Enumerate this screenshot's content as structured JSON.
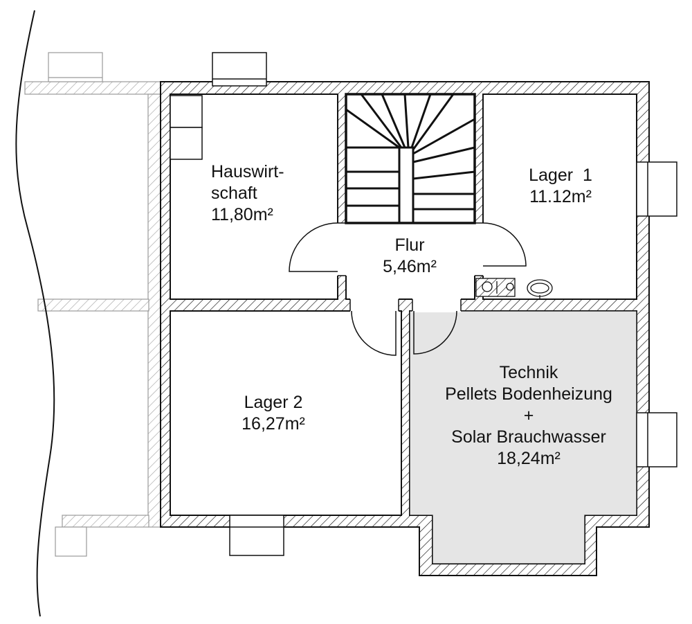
{
  "colors": {
    "wall_line": "#111111",
    "faded_line": "#9a9a9a",
    "technik_fill": "#e5e5e5",
    "background": "#ffffff"
  },
  "rooms": {
    "hauswirtschaft": {
      "line1": "Hauswirt-",
      "line2": "schaft",
      "area": "11,80m²"
    },
    "flur": {
      "name": "Flur",
      "area": "5,46m²"
    },
    "lager1": {
      "name": "Lager  1",
      "area": "11.12m²"
    },
    "lager2": {
      "name": "Lager 2",
      "area": "16,27m²"
    },
    "technik": {
      "line1": "Technik",
      "line2": "Pellets Bodenheizung",
      "line3": "+",
      "line4": "Solar Brauchwasser",
      "area": "18,24m²"
    }
  }
}
